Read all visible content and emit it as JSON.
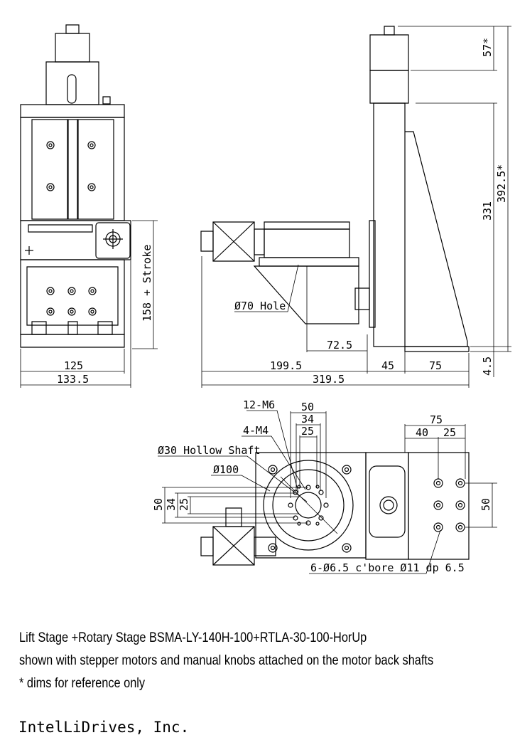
{
  "drawing": {
    "front_view": {
      "dims": {
        "width_inner": "125",
        "width_outer": "133.5",
        "height": "158 + Stroke"
      }
    },
    "side_view": {
      "dims": {
        "hole_label": "Ø70 Hole",
        "offset_72_5": "72.5",
        "len_199_5": "199.5",
        "len_45": "45",
        "len_75": "75",
        "total_319_5": "319.5",
        "height_57": "57*",
        "height_331": "331",
        "height_392_5": "392.5*",
        "base_4_5": "4.5"
      }
    },
    "top_view": {
      "dims": {
        "m6_label": "12-M6",
        "top_50": "50",
        "top_34": "34",
        "m4_label": "4-M4",
        "top_25": "25",
        "hollow_label": "Ø30 Hollow Shaft",
        "dia100_label": "Ø100",
        "left_50": "50",
        "left_34": "34",
        "left_25": "25",
        "right_75": "75",
        "right_40": "40",
        "right_25": "25",
        "right_50": "50",
        "cbore_label": "6-Ø6.5 c'bore Ø11 dp 6.5"
      }
    }
  },
  "caption": {
    "line1": "Lift Stage +Rotary Stage BSMA-LY-140H-100+RTLA-30-100-HorUp",
    "line2": "shown with stepper motors and manual knobs attached on the motor back shafts",
    "line3": "* dims for reference only"
  },
  "company": "IntelLiDrives, Inc."
}
